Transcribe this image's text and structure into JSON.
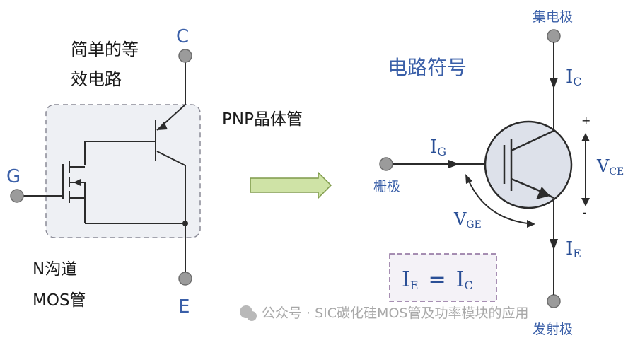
{
  "left": {
    "equiv_title_line1": "简单的等",
    "equiv_title_line2": "效电路",
    "terminal_c": "C",
    "terminal_g": "G",
    "terminal_e": "E",
    "pnp_label": "PNP晶体管",
    "nmos_line1": "N沟道",
    "nmos_line2": "MOS管"
  },
  "right": {
    "symbol_title": "电路符号",
    "collector": "集电极",
    "gate": "栅极",
    "emitter": "发射极",
    "ic_main": "I",
    "ic_sub": "C",
    "ig_main": "I",
    "ig_sub": "G",
    "ie_main": "I",
    "ie_sub": "E",
    "vce_main": "V",
    "vce_sub": "CE",
    "vge_main": "V",
    "vge_sub": "GE",
    "plus": "+",
    "minus": "-",
    "eq_lhs_main": "I",
    "eq_lhs_sub": "E",
    "eq_op": "=",
    "eq_rhs_main": "I",
    "eq_rhs_sub": "C"
  },
  "watermark": "公众号 · SIC碳化硅MOS管及功率模块的应用",
  "colors": {
    "wire": "#2b2b2b",
    "box_fill": "#eef0f4",
    "box_dash": "#8a8a96",
    "terminal": "#9b9b9b",
    "arrow_fill": "#cfe3a6",
    "arrow_stroke": "#7f9a4a",
    "label_blue": "#3a5fa8"
  }
}
